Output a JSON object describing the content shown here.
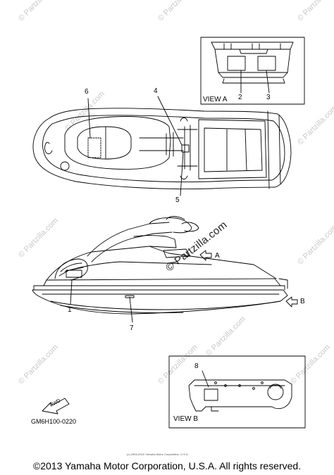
{
  "watermark": {
    "text": "© Partzilla.com"
  },
  "view_a": {
    "title": "VIEW A",
    "labels": [
      "2",
      "3"
    ]
  },
  "view_b": {
    "title": "VIEW B",
    "labels": [
      "8"
    ]
  },
  "top_view": {
    "labels": [
      "6",
      "4",
      "5"
    ]
  },
  "side_view": {
    "labels": [
      "1",
      "7"
    ],
    "arrow_a": "A",
    "arrow_b": "B"
  },
  "fwd_arrow": "FWD",
  "diagram_code": "GM6H100-0220",
  "small_print": "(c) 2005-2016 Yamaha Motor Corporation, U.S.A.",
  "copyright": "©2013 Yamaha Motor Corporation, U.S.A. All rights reserved."
}
